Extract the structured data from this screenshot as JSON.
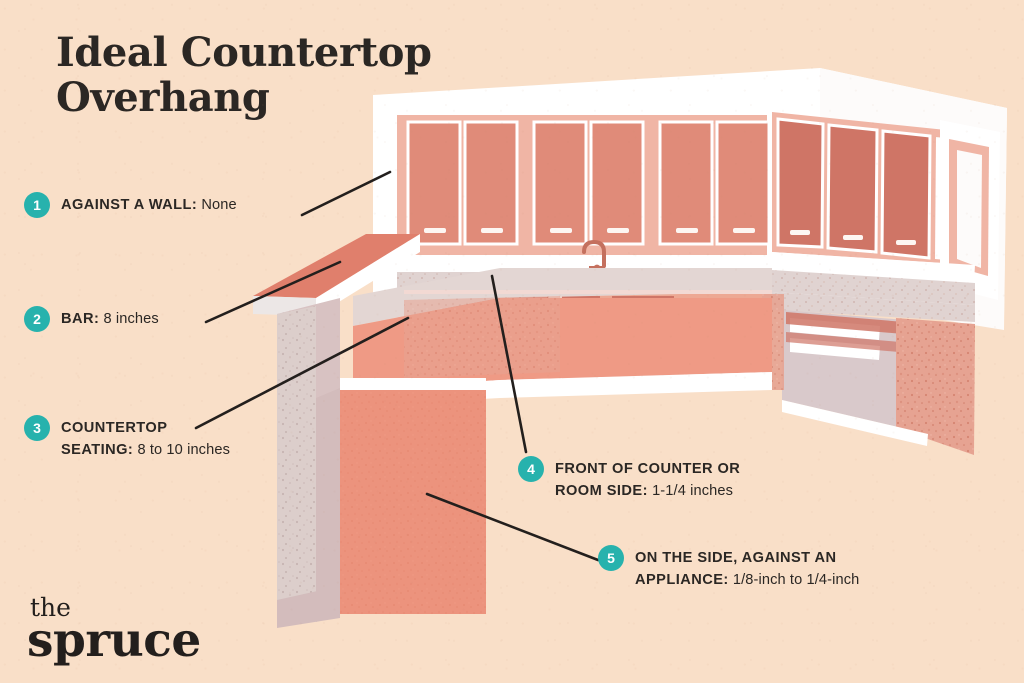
{
  "title": "Ideal Countertop Overhang",
  "background_color": "#f9dfc8",
  "accent_color": "#27b2ad",
  "text_color": "#2b2724",
  "callouts": [
    {
      "number": "1",
      "label": "AGAINST A WALL:",
      "value": "None"
    },
    {
      "number": "2",
      "label": "BAR:",
      "value": "8 inches"
    },
    {
      "number": "3",
      "label_line1": "COUNTERTOP",
      "label_line2": "SEATING:",
      "value": "8 to 10 inches"
    },
    {
      "number": "4",
      "label_line1": "FRONT OF COUNTER OR",
      "label_line2": "ROOM SIDE:",
      "value": "1-1/4 inches"
    },
    {
      "number": "5",
      "label_line1": "ON THE SIDE, AGAINST AN",
      "label_line2": "APPLIANCE:",
      "value": "1/8-inch to 1/4-inch"
    }
  ],
  "logo": {
    "line1": "the",
    "line2": "spruce"
  },
  "illustration": {
    "description": "kitchen-interior-perspective",
    "colors": {
      "wall": "#ffffff",
      "cabinet_face_light": "#eda893",
      "cabinet_face_mid": "#e8927c",
      "cabinet_face_dark": "#cf7566",
      "cabinet_frame": "#f0b5a5",
      "counter_top": "#ded2d0",
      "counter_speckle": "#e9a796",
      "island_body": "#ef8d75",
      "island_side": "#d8c2c2",
      "bar_top": "#e07f6c",
      "appliance": "#d9c9cb",
      "faucet": "#c4705e",
      "sink": "#fbf4ef"
    }
  }
}
